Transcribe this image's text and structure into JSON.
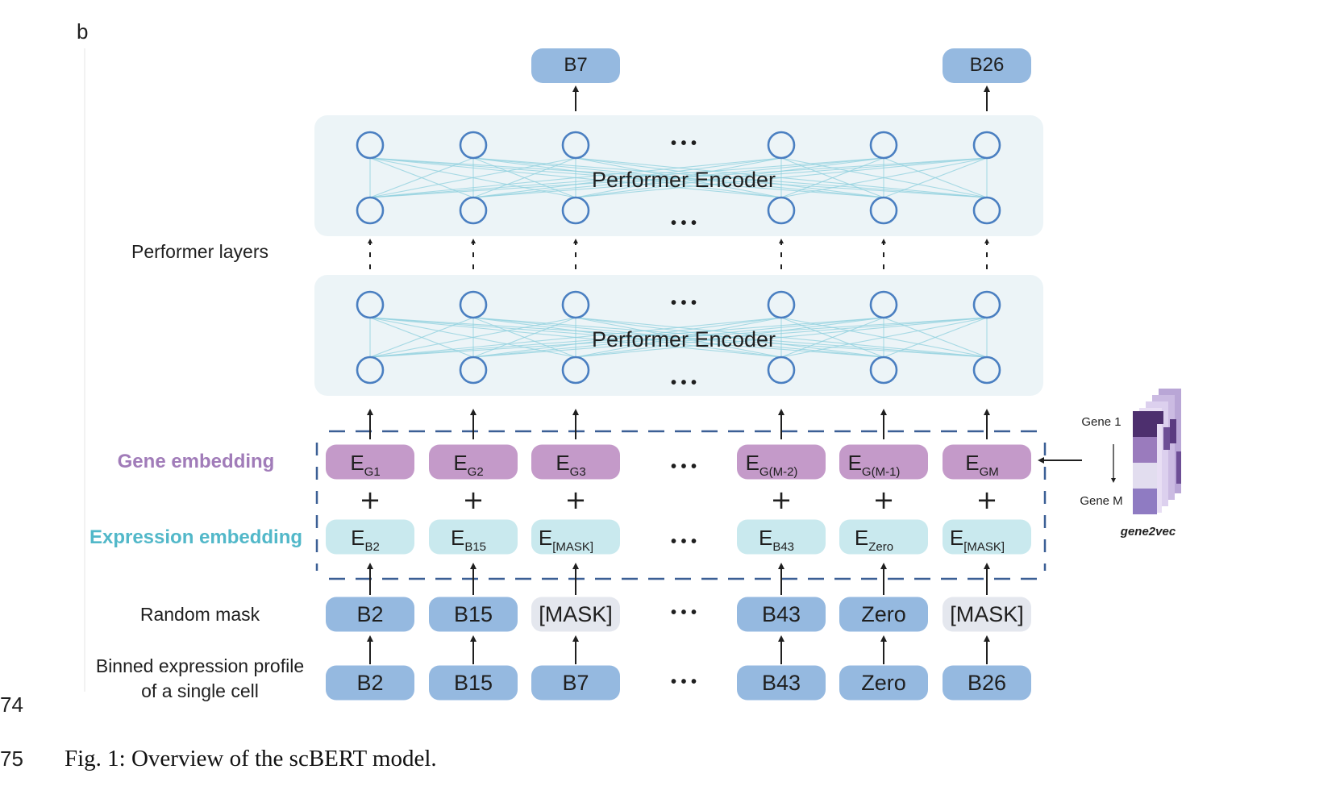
{
  "panel_letter": "b",
  "outputs": [
    "B7",
    "B26"
  ],
  "encoder_label": "Performer Encoder",
  "ellipsis": "• • •",
  "left_labels": {
    "performer_layers": "Performer layers",
    "gene_embedding": "Gene embedding",
    "expression_embedding": "Expression embedding",
    "random_mask": "Random mask",
    "binned_line1": "Binned expression profile",
    "binned_line2": "of a single cell"
  },
  "gene_embeddings": [
    {
      "base": "E",
      "sub": "G1"
    },
    {
      "base": "E",
      "sub": "G2"
    },
    {
      "base": "E",
      "sub": "G3"
    },
    {
      "base": "E",
      "sub": "G(M-2)"
    },
    {
      "base": "E",
      "sub": "G(M-1)"
    },
    {
      "base": "E",
      "sub": "GM"
    }
  ],
  "expression_embeddings": [
    {
      "base": "E",
      "sub": "B2"
    },
    {
      "base": "E",
      "sub": "B15"
    },
    {
      "base": "E",
      "sub": "[MASK]"
    },
    {
      "base": "E",
      "sub": "B43"
    },
    {
      "base": "E",
      "sub": "Zero"
    },
    {
      "base": "E",
      "sub": "[MASK]"
    }
  ],
  "plus_sign": "+",
  "random_mask": [
    {
      "text": "B2",
      "masked": false
    },
    {
      "text": "B15",
      "masked": false
    },
    {
      "text": "[MASK]",
      "masked": true
    },
    {
      "text": "B43",
      "masked": false
    },
    {
      "text": "Zero",
      "masked": false
    },
    {
      "text": "[MASK]",
      "masked": true
    }
  ],
  "binned_profile": [
    "B2",
    "B15",
    "B7",
    "B43",
    "Zero",
    "B26"
  ],
  "gene2vec": {
    "gene1": "Gene 1",
    "geneM": "Gene M",
    "label": "gene2vec"
  },
  "line_numbers": [
    "74",
    "75"
  ],
  "caption": "Fig. 1: Overview of the scBERT model.",
  "colors": {
    "gene": "#c49ac9",
    "expression": "#c9e9ee",
    "token": "#95b9e0",
    "mask": "#e4e7ee",
    "encoder_bg": "#ecf4f7",
    "node": "#4a7fc1",
    "edge": "#8fd0de",
    "gene_label": "#a17cb9",
    "expr_label": "#52b8c9",
    "dash": "#3b5f95"
  }
}
